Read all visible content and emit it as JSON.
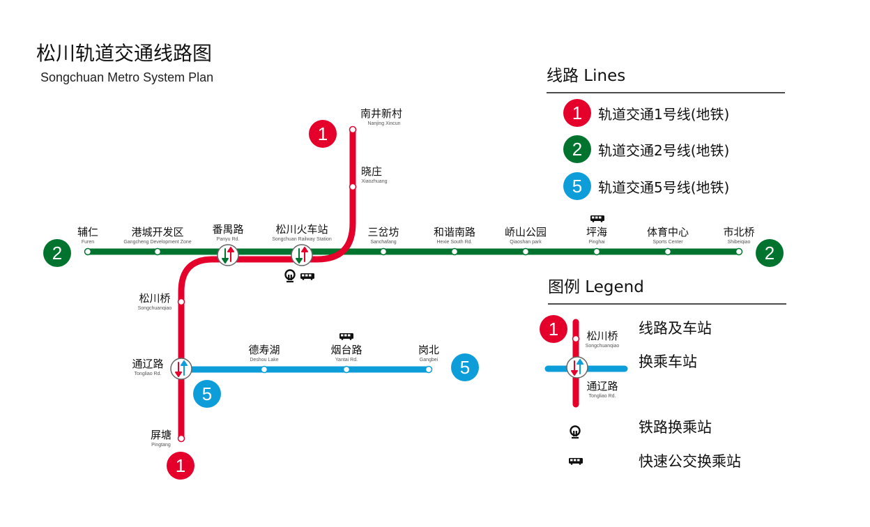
{
  "title": "松川轨道交通线路图",
  "subtitle": "Songchuan Metro System Plan",
  "colors": {
    "line1": "#e4002b",
    "line2": "#00742f",
    "line5": "#0d9ed9",
    "text": "#111111"
  },
  "lines_panel": {
    "heading": "线路 Lines",
    "items": [
      {
        "number": "1",
        "label": "轨道交通1号线(地铁)"
      },
      {
        "number": "2",
        "label": "轨道交通2号线(地铁)"
      },
      {
        "number": "5",
        "label": "轨道交通5号线(地铁)"
      }
    ]
  },
  "legend": {
    "heading": "图例 Legend",
    "line_and_station": "线路及车站",
    "interchange": "换乘车站",
    "railway": "铁路换乘站",
    "brt": "快速公交换乘站",
    "sample_badge": "1",
    "sample_station_cn": "松川桥",
    "sample_station_en": "Songchuanqiao",
    "sample_interchange_cn": "通辽路",
    "sample_interchange_en": "Tongliao Rd."
  },
  "badges": {
    "line1_top": "1",
    "line1_bottom": "1",
    "line2_left": "2",
    "line2_right": "2",
    "line5_right": "5",
    "line5_left": "5"
  },
  "stations": {
    "nanjingxincun": {
      "cn": "南井新村",
      "en": "Nanjing Xincun"
    },
    "xiaozhuang": {
      "cn": "晓庄",
      "en": "Xiaozhuang"
    },
    "furen": {
      "cn": "辅仁",
      "en": "Furen"
    },
    "gangcheng": {
      "cn": "港城开发区",
      "en": "Gangcheng Development Zone"
    },
    "panyu": {
      "cn": "番禺路",
      "en": "Panyu Rd."
    },
    "railway": {
      "cn": "松川火车站",
      "en": "Songchuan Railway Station"
    },
    "sanchafang": {
      "cn": "三岔坊",
      "en": "Sanchafang"
    },
    "hexie": {
      "cn": "和谐南路",
      "en": "Hexie South Rd."
    },
    "qiaoshan": {
      "cn": "峤山公园",
      "en": "Qiaoshan park"
    },
    "pinghai": {
      "cn": "坪海",
      "en": "Pinghai"
    },
    "sports": {
      "cn": "体育中心",
      "en": "Sports Center"
    },
    "shibeiqiao": {
      "cn": "市北桥",
      "en": "Shibeiqiao"
    },
    "songchuanqiao": {
      "cn": "松川桥",
      "en": "Songchuanqiao"
    },
    "tongliao": {
      "cn": "通辽路",
      "en": "Tongliao Rd."
    },
    "deshou": {
      "cn": "德寿湖",
      "en": "Deshou Lake"
    },
    "yantai": {
      "cn": "烟台路",
      "en": "Yantai Rd."
    },
    "gangbei": {
      "cn": "岗北",
      "en": "Gangbei"
    },
    "pingtang": {
      "cn": "屏塘",
      "en": "Pingtang"
    }
  }
}
